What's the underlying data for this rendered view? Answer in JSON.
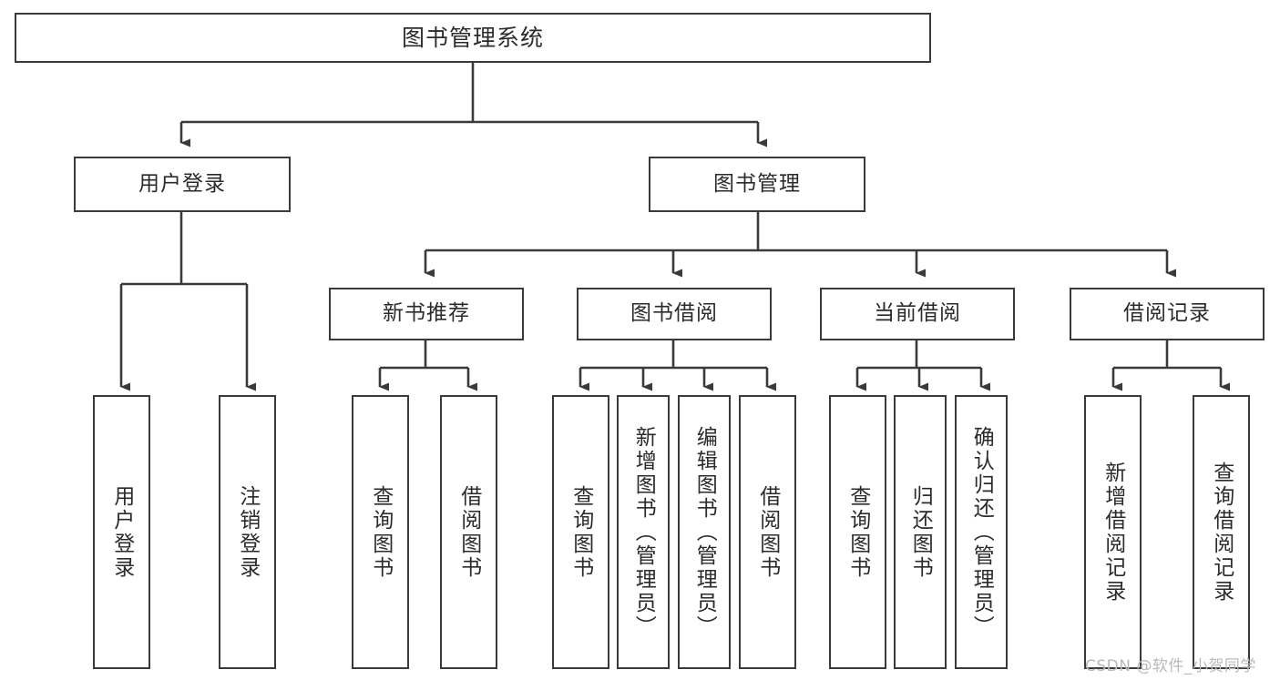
{
  "diagram": {
    "type": "tree-hierarchy-chart",
    "title": "图书管理系统",
    "background_color": "#ffffff",
    "box_border_color": "#3a3a3a",
    "connector_color": "#3a3a3a",
    "text_color": "#2b2b2b",
    "watermark": "CSDN @软件_小贺同学",
    "watermark_color": "#b9b9b9"
  },
  "nodes": {
    "root": {
      "label": "图书管理系统",
      "orientation": "horizontal"
    },
    "level1": [
      {
        "label": "用户登录",
        "orientation": "horizontal"
      },
      {
        "label": "图书管理",
        "orientation": "horizontal"
      }
    ],
    "level2": [
      {
        "label": "新书推荐",
        "orientation": "horizontal"
      },
      {
        "label": "图书借阅",
        "orientation": "horizontal"
      },
      {
        "label": "当前借阅",
        "orientation": "horizontal"
      },
      {
        "label": "借阅记录",
        "orientation": "horizontal"
      }
    ],
    "leaves": [
      {
        "label": "用户登录",
        "orientation": "vertical",
        "parent": "用户登录"
      },
      {
        "label": "注销登录",
        "orientation": "vertical",
        "parent": "用户登录"
      },
      {
        "label": "查询图书",
        "orientation": "vertical",
        "parent": "新书推荐"
      },
      {
        "label": "借阅图书",
        "orientation": "vertical",
        "parent": "新书推荐"
      },
      {
        "label": "查询图书",
        "orientation": "vertical",
        "parent": "图书借阅"
      },
      {
        "label": "新增图书（管理员）",
        "orientation": "vertical",
        "parent": "图书借阅"
      },
      {
        "label": "编辑图书（管理员）",
        "orientation": "vertical",
        "parent": "图书借阅"
      },
      {
        "label": "借阅图书",
        "orientation": "vertical",
        "parent": "图书借阅"
      },
      {
        "label": "查询图书",
        "orientation": "vertical",
        "parent": "当前借阅"
      },
      {
        "label": "归还图书",
        "orientation": "vertical",
        "parent": "当前借阅"
      },
      {
        "label": "确认归还（管理员）",
        "orientation": "vertical",
        "parent": "当前借阅"
      },
      {
        "label": "新增借阅记录",
        "orientation": "vertical",
        "parent": "借阅记录"
      },
      {
        "label": "查询借阅记录",
        "orientation": "vertical",
        "parent": "借阅记录"
      }
    ]
  }
}
